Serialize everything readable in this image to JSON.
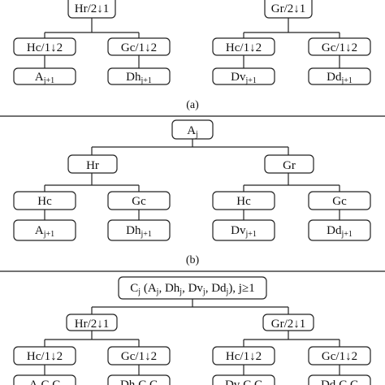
{
  "panel_a": {
    "roots": [
      "Hr/2↓1",
      "Gr/2↓1"
    ],
    "mid": [
      "Hc/1↓2",
      "Gc/1↓2",
      "Hc/1↓2",
      "Gc/1↓2"
    ],
    "leaves": [
      {
        "base": "A",
        "sub": "j+1"
      },
      {
        "base": "Dh",
        "sub": "j+1"
      },
      {
        "base": "Dv",
        "sub": "j+1"
      },
      {
        "base": "Dd",
        "sub": "j+1"
      }
    ],
    "caption": "(a)"
  },
  "panel_b": {
    "root": {
      "base": "A",
      "sub": "j"
    },
    "level1": [
      "Hr",
      "Gr"
    ],
    "level2": [
      "Hc",
      "Gc",
      "Hc",
      "Gc"
    ],
    "leaves": [
      {
        "base": "A",
        "sub": "j+1"
      },
      {
        "base": "Dh",
        "sub": "j+1"
      },
      {
        "base": "Dv",
        "sub": "j+1"
      },
      {
        "base": "Dd",
        "sub": "j+1"
      }
    ],
    "caption": "(b)"
  },
  "panel_c": {
    "root": {
      "p1": "C",
      "s1": "j",
      "p2": " (A",
      "s2": "j",
      "p3": ", Dh",
      "s3": "j",
      "p4": ", Dv",
      "s4": "j",
      "p5": ", Dd",
      "s5": "j",
      "p6": "), j≥1"
    },
    "level1": [
      "Hr/2↓1",
      "Gr/2↓1"
    ],
    "level2": [
      "Hc/1↓2",
      "Gc/1↓2",
      "Hc/1↓2",
      "Gc/1↓2"
    ],
    "leaves_partial": [
      "A",
      "C C",
      "Dh",
      "C C",
      "Dv",
      "C C",
      "Dd",
      "C C"
    ]
  }
}
